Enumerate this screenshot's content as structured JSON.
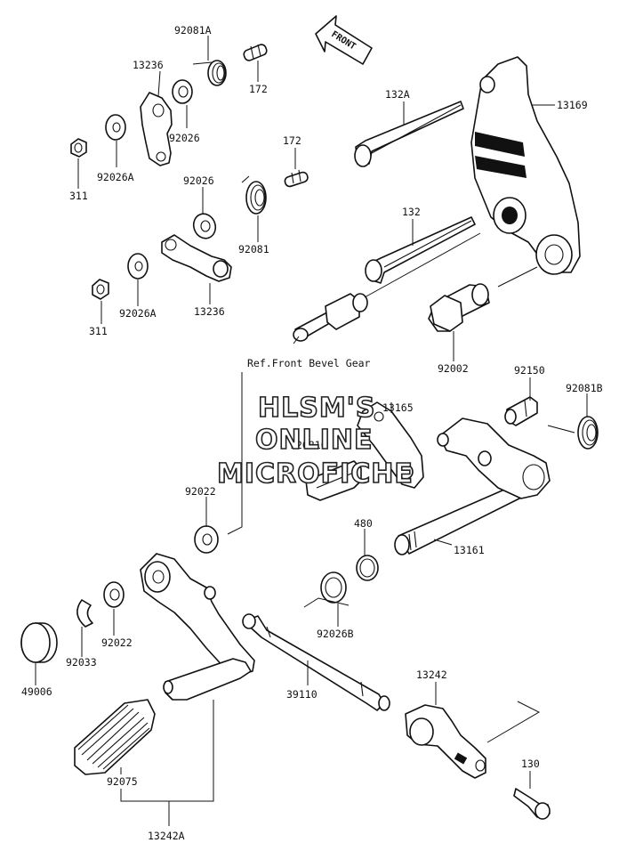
{
  "front_label": "FRONT",
  "reference_note": "Ref.Front Bevel Gear",
  "watermark": [
    "HLSM'S",
    "ONLINE",
    "MICROFICHE"
  ],
  "part_numbers": {
    "p92081A": "92081A",
    "p13236_top": "13236",
    "p172_top": "172",
    "p92026_top": "92026",
    "p92026A_top": "92026A",
    "p311_top": "311",
    "p132A": "132A",
    "p13169": "13169",
    "p172_mid": "172",
    "p92026_mid": "92026",
    "p92081": "92081",
    "p132": "132",
    "p311_bot": "311",
    "p92026A_bot": "92026A",
    "p13236_bot": "13236",
    "p92002": "92002",
    "p92150": "92150",
    "p92081B": "92081B",
    "p13165": "13165",
    "p92081C": "92081C",
    "p92022_top": "92022",
    "p480": "480",
    "p13161": "13161",
    "p92026B": "92026B",
    "p92033": "92033",
    "p92022_bot": "92022",
    "p49006": "49006",
    "p39110": "39110",
    "p13242": "13242",
    "p130": "130",
    "p92075": "92075",
    "p13242A": "13242A"
  }
}
